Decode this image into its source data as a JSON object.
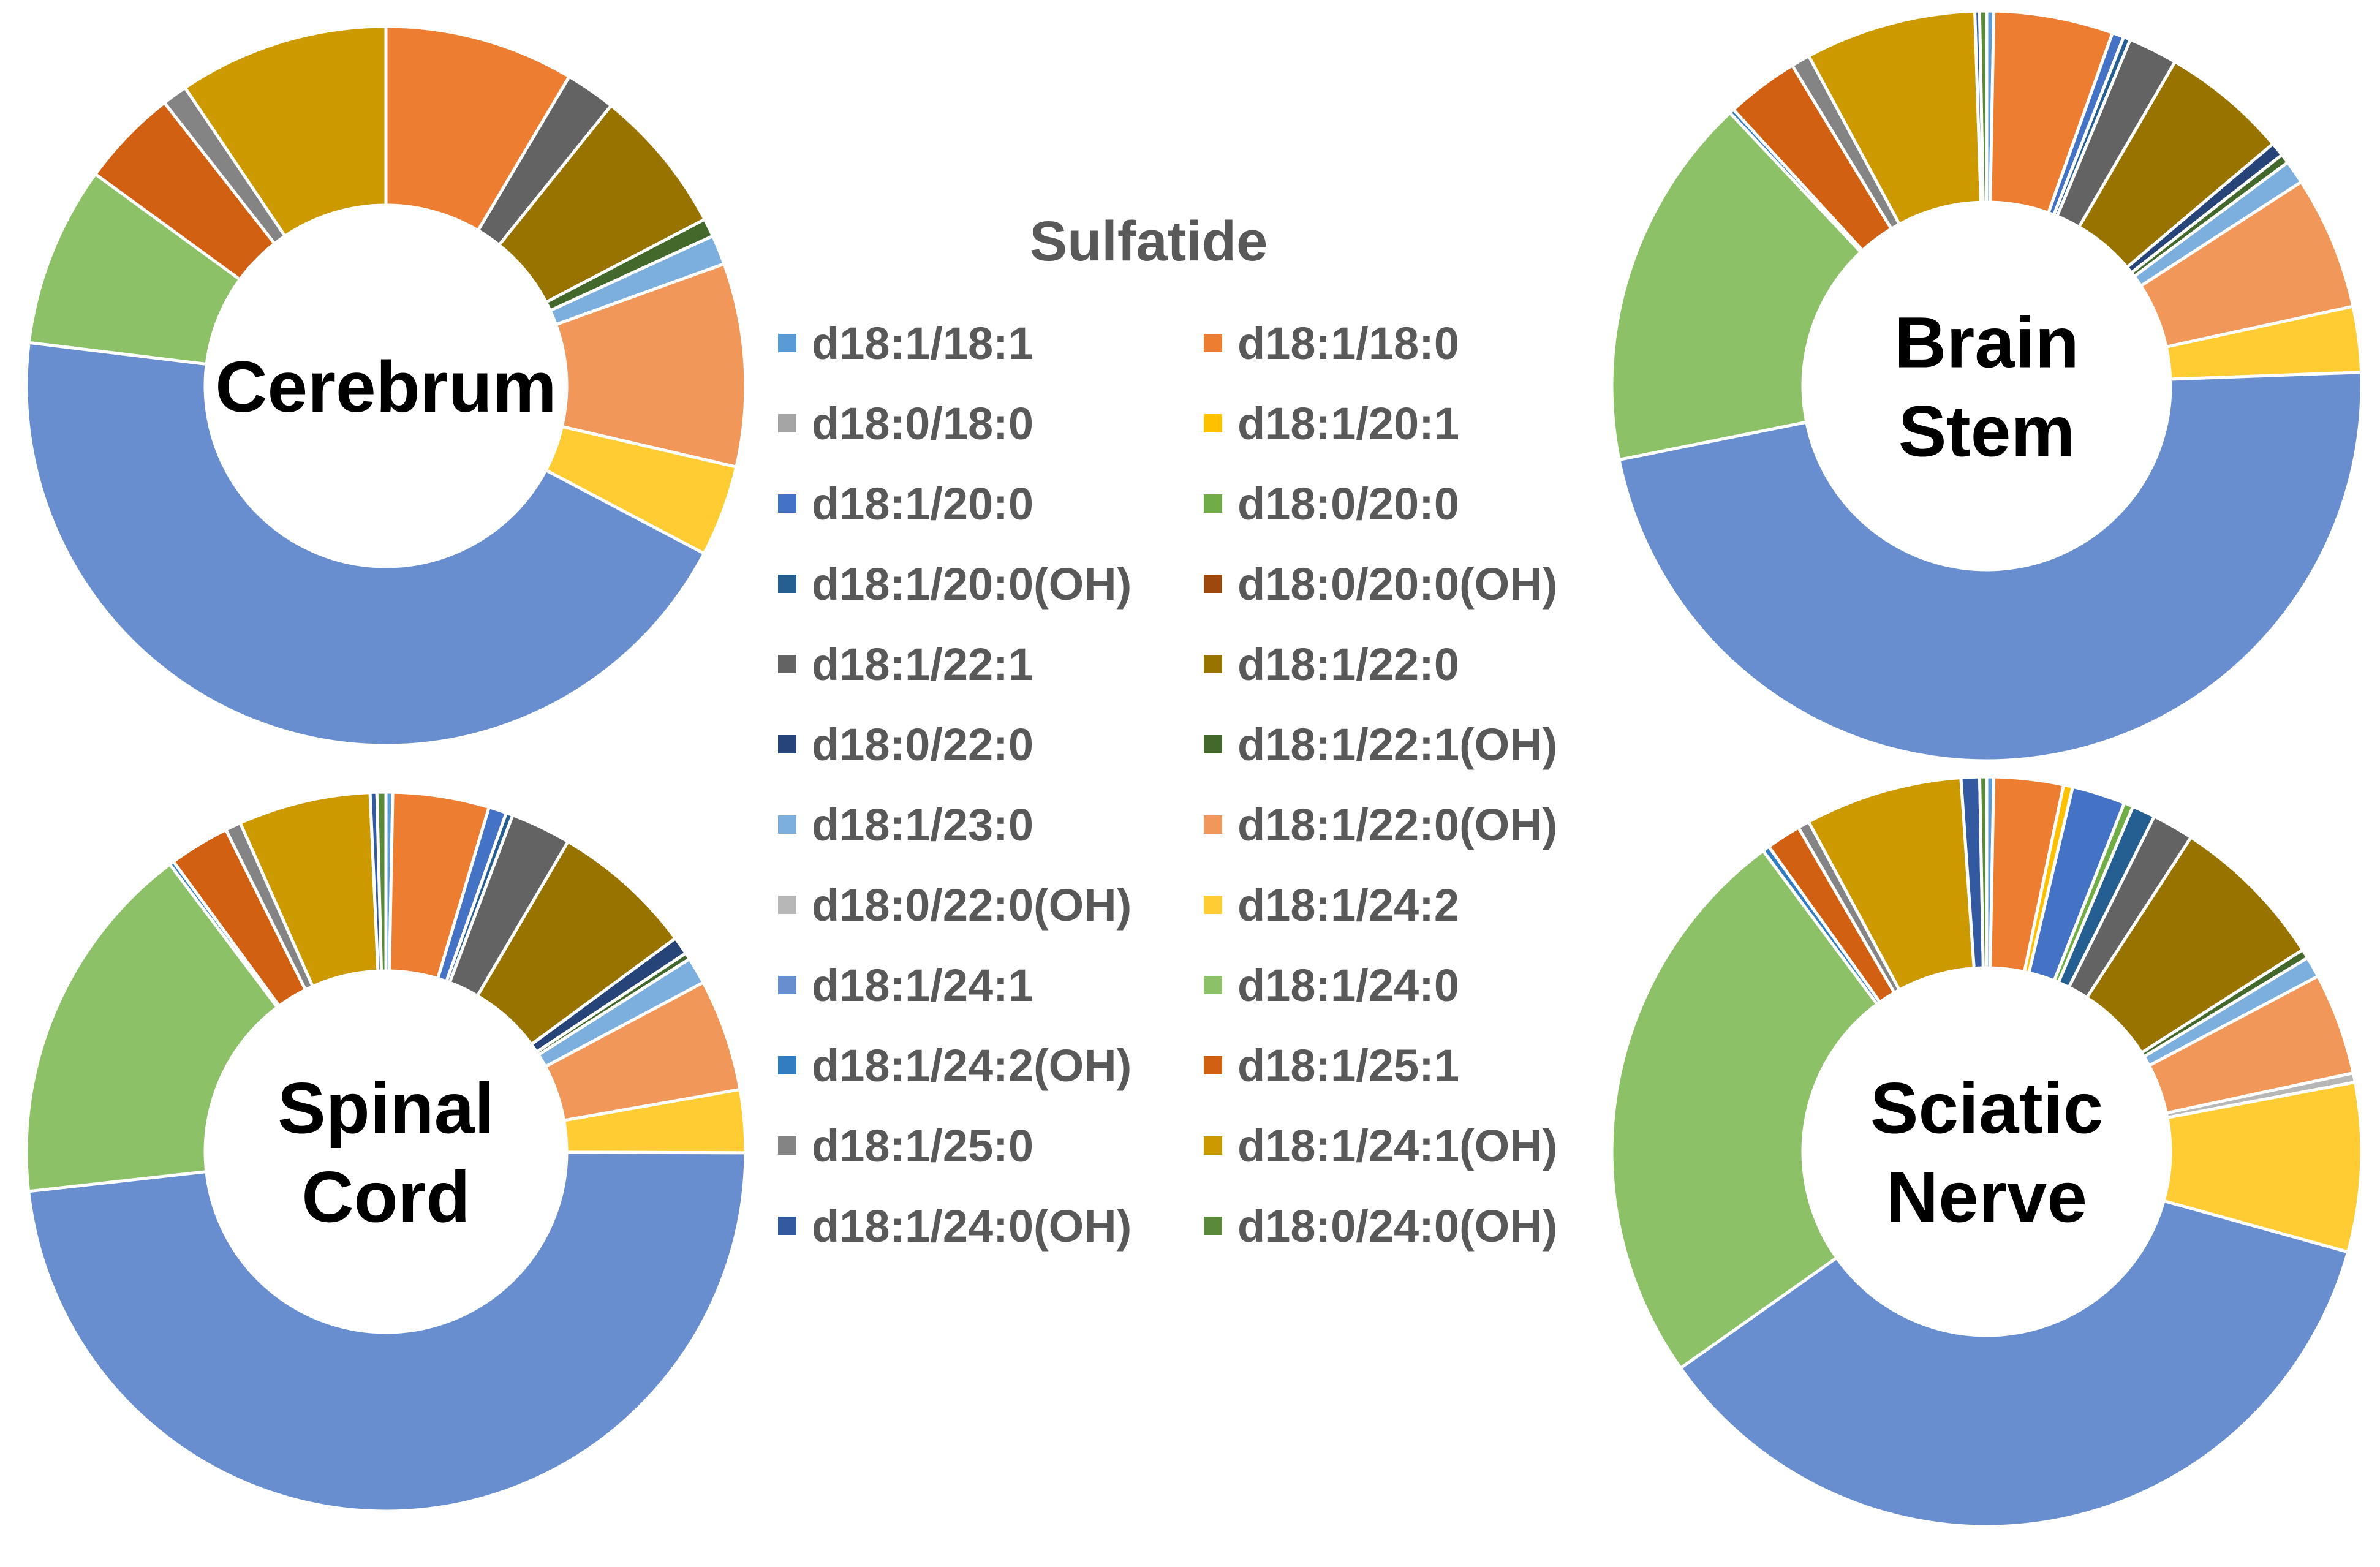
{
  "legend": {
    "title": "Sulfatide",
    "entries": [
      {
        "name": "d18:1/18:1",
        "color": "#5B9BD5"
      },
      {
        "name": "d18:1/18:0",
        "color": "#ED7D31"
      },
      {
        "name": "d18:0/18:0",
        "color": "#A5A5A5"
      },
      {
        "name": "d18:1/20:1",
        "color": "#FFC000"
      },
      {
        "name": "d18:1/20:0",
        "color": "#4472C4"
      },
      {
        "name": "d18:0/20:0",
        "color": "#70AD47"
      },
      {
        "name": "d18:1/20:0(OH)",
        "color": "#255E91"
      },
      {
        "name": "d18:0/20:0(OH)",
        "color": "#9E480E"
      },
      {
        "name": "d18:1/22:1",
        "color": "#636363"
      },
      {
        "name": "d18:1/22:0",
        "color": "#997300"
      },
      {
        "name": "d18:0/22:0",
        "color": "#264478"
      },
      {
        "name": "d18:1/22:1(OH)",
        "color": "#43682B"
      },
      {
        "name": "d18:1/23:0",
        "color": "#7CAFDD"
      },
      {
        "name": "d18:1/22:0(OH)",
        "color": "#F1975A"
      },
      {
        "name": "d18:0/22:0(OH)",
        "color": "#B7B7B7"
      },
      {
        "name": "d18:1/24:2",
        "color": "#FFCD33"
      },
      {
        "name": "d18:1/24:1",
        "color": "#698ED0"
      },
      {
        "name": "d18:1/24:0",
        "color": "#8CC168"
      },
      {
        "name": "d18:1/24:2(OH)",
        "color": "#327DC2"
      },
      {
        "name": "d18:1/25:1",
        "color": "#D26012"
      },
      {
        "name": "d18:1/25:0",
        "color": "#848484"
      },
      {
        "name": "d18:1/24:1(OH)",
        "color": "#CC9A00"
      },
      {
        "name": "d18:1/24:0(OH)",
        "color": "#335AA1"
      },
      {
        "name": "d18:0/24:0(OH)",
        "color": "#5A8A39"
      }
    ]
  },
  "chart_data": [
    {
      "type": "pie",
      "title": "Cerebrum",
      "categories": [
        "d18:1/18:1",
        "d18:1/18:0",
        "d18:0/18:0",
        "d18:1/20:1",
        "d18:1/20:0",
        "d18:0/20:0",
        "d18:1/20:0(OH)",
        "d18:0/20:0(OH)",
        "d18:1/22:1",
        "d18:1/22:0",
        "d18:0/22:0",
        "d18:1/22:1(OH)",
        "d18:1/23:0",
        "d18:1/22:0(OH)",
        "d18:0/22:0(OH)",
        "d18:1/24:2",
        "d18:1/24:1",
        "d18:1/24:0",
        "d18:1/24:2(OH)",
        "d18:1/25:1",
        "d18:1/25:0",
        "d18:1/24:1(OH)",
        "d18:1/24:0(OH)",
        "d18:0/24:0(OH)"
      ],
      "values": [
        0,
        8.3,
        0,
        0,
        0,
        0,
        0,
        0,
        2.2,
        6.4,
        0,
        0.8,
        1.3,
        8.9,
        0,
        4.0,
        43.1,
        7.9,
        0,
        4.3,
        1.1,
        9.2,
        0,
        0
      ]
    },
    {
      "type": "pie",
      "title": "Brain\nStem",
      "categories": [
        "d18:1/18:1",
        "d18:1/18:0",
        "d18:0/18:0",
        "d18:1/20:1",
        "d18:1/20:0",
        "d18:0/20:0",
        "d18:1/20:0(OH)",
        "d18:0/20:0(OH)",
        "d18:1/22:1",
        "d18:1/22:0",
        "d18:0/22:0",
        "d18:1/22:1(OH)",
        "d18:1/23:0",
        "d18:1/22:0(OH)",
        "d18:0/22:0(OH)",
        "d18:1/24:2",
        "d18:1/24:1",
        "d18:1/24:0",
        "d18:1/24:2(OH)",
        "d18:1/25:1",
        "d18:1/25:0",
        "d18:1/24:1(OH)",
        "d18:1/24:0(OH)",
        "d18:0/24:0(OH)"
      ],
      "values": [
        0.3,
        5.1,
        0,
        0,
        0.5,
        0,
        0.3,
        0,
        2.1,
        5.4,
        0.6,
        0.4,
        1.0,
        5.7,
        0,
        2.8,
        47.0,
        16.0,
        0.2,
        3.1,
        0.8,
        7.3,
        0.2,
        0.3
      ]
    },
    {
      "type": "pie",
      "title": "Spinal\nCord",
      "categories": [
        "d18:1/18:1",
        "d18:1/18:0",
        "d18:0/18:0",
        "d18:1/20:1",
        "d18:1/20:0",
        "d18:0/20:0",
        "d18:1/20:0(OH)",
        "d18:0/20:0(OH)",
        "d18:1/22:1",
        "d18:1/22:0",
        "d18:0/22:0",
        "d18:1/22:1(OH)",
        "d18:1/23:0",
        "d18:1/22:0(OH)",
        "d18:0/22:0(OH)",
        "d18:1/24:2",
        "d18:1/24:1",
        "d18:1/24:0",
        "d18:1/24:2(OH)",
        "d18:1/25:1",
        "d18:1/25:0",
        "d18:1/24:1(OH)",
        "d18:1/24:0(OH)",
        "d18:0/24:0(OH)"
      ],
      "values": [
        0.3,
        4.3,
        0,
        0,
        0.8,
        0,
        0.3,
        0,
        2.7,
        6.4,
        0.8,
        0.3,
        1.2,
        5.0,
        0,
        2.8,
        47.9,
        16.4,
        0.2,
        2.7,
        0.7,
        5.9,
        0.3,
        0.4
      ]
    },
    {
      "type": "pie",
      "title": "Sciatic\nNerve",
      "categories": [
        "d18:1/18:1",
        "d18:1/18:0",
        "d18:0/18:0",
        "d18:1/20:1",
        "d18:1/20:0",
        "d18:0/20:0",
        "d18:1/20:0(OH)",
        "d18:0/20:0(OH)",
        "d18:1/22:1",
        "d18:1/22:0",
        "d18:0/22:0",
        "d18:1/22:1(OH)",
        "d18:1/23:0",
        "d18:1/22:0(OH)",
        "d18:0/22:0(OH)",
        "d18:1/24:2",
        "d18:1/24:1",
        "d18:1/24:0",
        "d18:1/24:2(OH)",
        "d18:1/25:1",
        "d18:1/25:0",
        "d18:1/24:1(OH)",
        "d18:1/24:0(OH)",
        "d18:0/24:0(OH)"
      ],
      "values": [
        0.3,
        3.0,
        0,
        0.4,
        2.3,
        0.4,
        1.0,
        0,
        1.8,
        6.8,
        0,
        0.4,
        0.9,
        4.4,
        0.4,
        7.3,
        36.0,
        24.7,
        0.3,
        1.5,
        0.5,
        6.8,
        0.8,
        0.3
      ]
    }
  ]
}
